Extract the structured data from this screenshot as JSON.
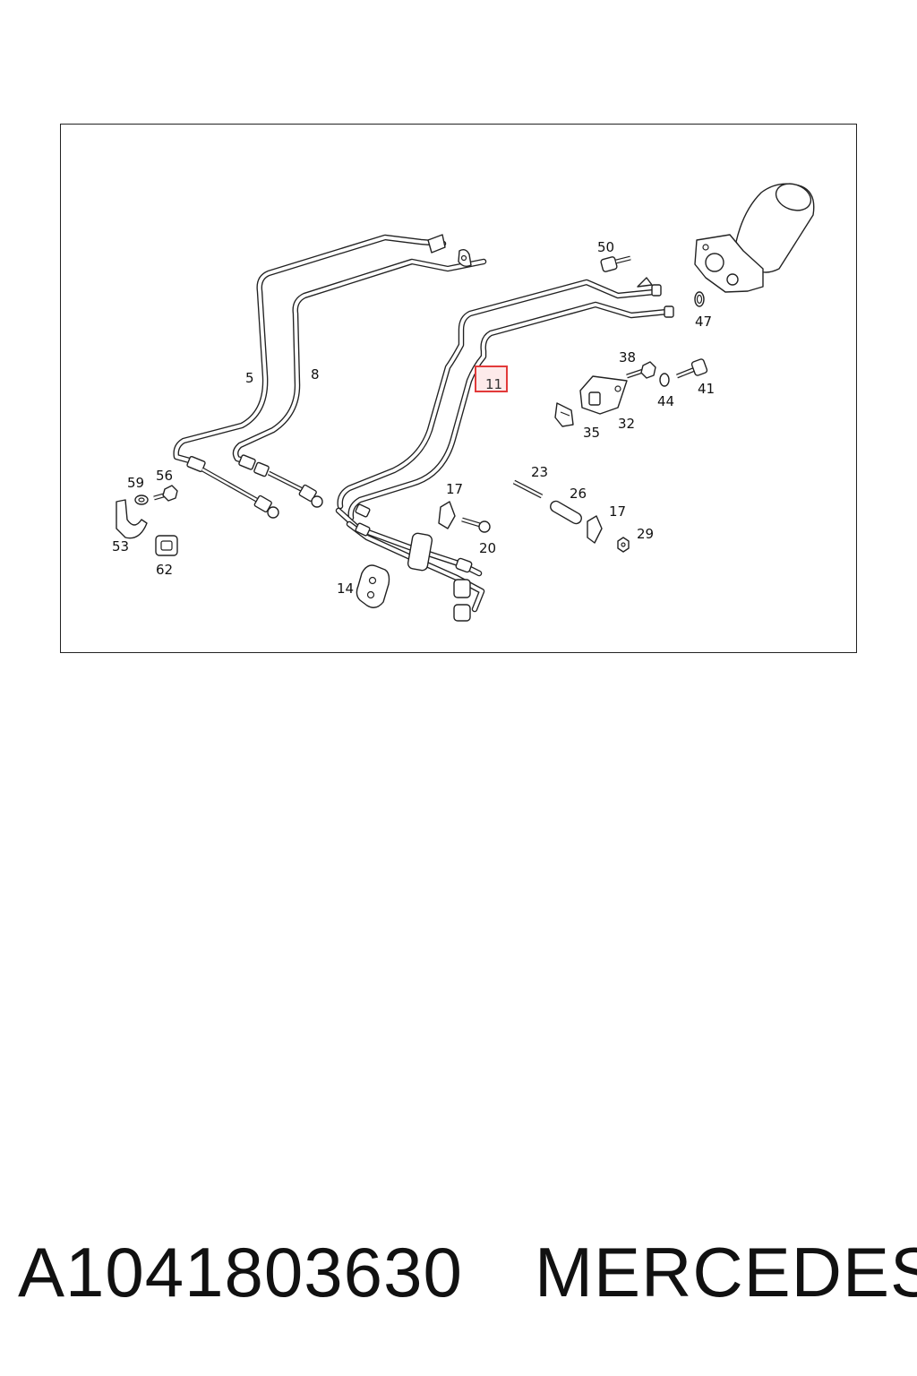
{
  "diagram": {
    "highlighted_label": "11",
    "callouts": [
      {
        "id": "c50",
        "text": "50"
      },
      {
        "id": "c47",
        "text": "47"
      },
      {
        "id": "c5",
        "text": "5"
      },
      {
        "id": "c8",
        "text": "8"
      },
      {
        "id": "c38",
        "text": "38"
      },
      {
        "id": "c41",
        "text": "41"
      },
      {
        "id": "c44",
        "text": "44"
      },
      {
        "id": "c32",
        "text": "32"
      },
      {
        "id": "c35",
        "text": "35"
      },
      {
        "id": "c23",
        "text": "23"
      },
      {
        "id": "c26",
        "text": "26"
      },
      {
        "id": "c17a",
        "text": "17"
      },
      {
        "id": "c17b",
        "text": "17"
      },
      {
        "id": "c29",
        "text": "29"
      },
      {
        "id": "c20",
        "text": "20"
      },
      {
        "id": "c59",
        "text": "59"
      },
      {
        "id": "c56",
        "text": "56"
      },
      {
        "id": "c53",
        "text": "53"
      },
      {
        "id": "c62",
        "text": "62"
      },
      {
        "id": "c14",
        "text": "14"
      }
    ]
  },
  "footer": {
    "part_number": "A1041803630",
    "brand": "MERCEDES"
  }
}
